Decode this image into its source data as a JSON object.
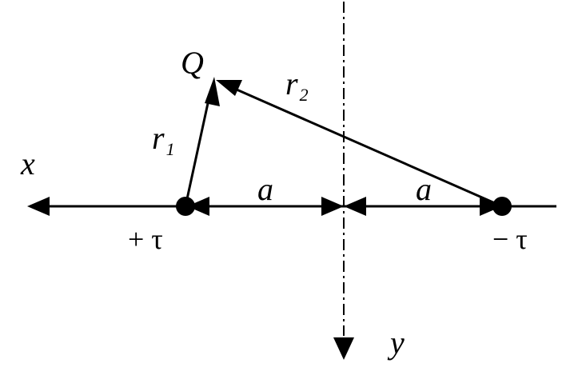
{
  "labels": {
    "point": "Q",
    "r1_main": "r",
    "r1_sub": "1",
    "r2_main": "r",
    "r2_sub": "2",
    "x_axis": "x",
    "y_axis": "y",
    "dist_left": "a",
    "dist_right": "a",
    "charge_pos": "+ τ",
    "charge_neg": "− τ"
  },
  "colors": {
    "stroke": "#000000",
    "background": "#ffffff"
  }
}
